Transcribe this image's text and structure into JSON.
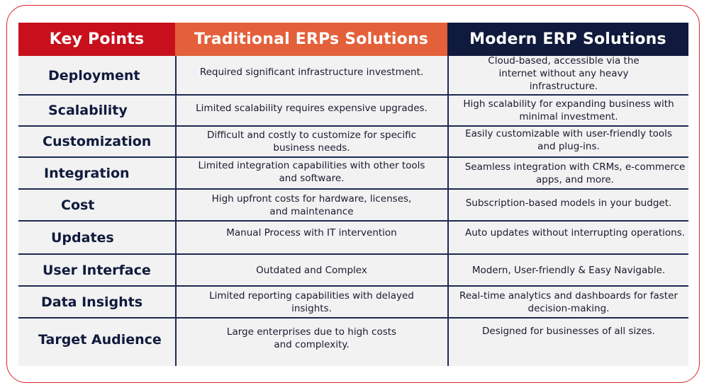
{
  "headers": {
    "key_points": "Key Points",
    "traditional": "Traditional ERPs Solutions",
    "modern": "Modern ERP Solutions"
  },
  "colors": {
    "frame": "#d9252b",
    "key_header": "#c8101c",
    "traditional_header": "#e4603a",
    "modern_header": "#101a3c",
    "row_background": "#f2f2f3"
  },
  "rows": [
    {
      "key": "Deployment",
      "traditional": "Required significant infrastructure investment.",
      "modern": "Cloud-based, accessible via the internet without any heavy infrastructure."
    },
    {
      "key": "Scalability",
      "traditional": "Limited scalability requires expensive upgrades.",
      "modern": "High scalability for expanding business with minimal investment."
    },
    {
      "key": "Customization",
      "traditional": "Difficult and costly to customize for specific business needs.",
      "modern": "Easily customizable with user-friendly tools and plug-ins."
    },
    {
      "key": "Integration",
      "traditional": "Limited integration capabilities with other tools and software.",
      "modern": "Seamless integration with CRMs, e-commerce apps, and more."
    },
    {
      "key": "Cost",
      "traditional": "High upfront costs for hardware, licenses, and maintenance",
      "modern": "Subscription-based models in your budget."
    },
    {
      "key": "Updates",
      "traditional": "Manual Process with IT intervention",
      "modern": "Auto updates without interrupting operations."
    },
    {
      "key": "User Interface",
      "traditional": "Outdated and Complex",
      "modern": "Modern, User-friendly & Easy Navigable."
    },
    {
      "key": "Data Insights",
      "traditional": "Limited reporting capabilities with delayed insights.",
      "modern": "Real-time analytics and dashboards for faster decision-making."
    },
    {
      "key": "Target Audience",
      "traditional": "Large enterprises due to high costs and complexity.",
      "modern": "Designed for businesses of all sizes."
    }
  ]
}
